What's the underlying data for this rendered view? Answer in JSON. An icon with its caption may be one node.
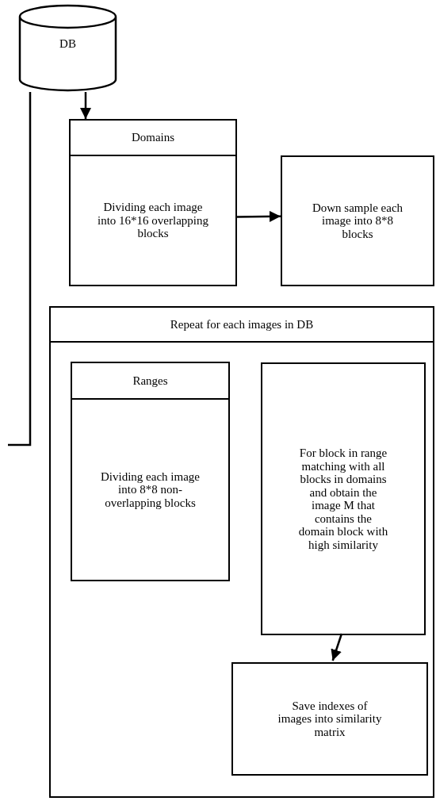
{
  "diagram": {
    "nodes": [
      {
        "text": [
          "DB"
        ]
      },
      {
        "text": [
          "Domains",
          "Dividing each image into 16*16 overlapping blocks"
        ]
      },
      {
        "text": [
          "Down sample each image into 8*8 blocks"
        ]
      },
      {
        "text": [
          "Repeat for each images in DB"
        ]
      },
      {
        "text": [
          "Ranges",
          "Dividing each image into 8*8 non-overlapping blocks"
        ],
        "in": 3
      },
      {
        "text": [
          "For block in range matching with all blocks in domains and obtain the image M that contains the domain block with high similarity"
        ],
        "in": 3
      },
      {
        "text": [
          "Save indexes of images into similarity matrix"
        ],
        "in": 3
      }
    ],
    "edges": [
      {
        "from": 0,
        "to": 1,
        "arrow": "to"
      },
      {
        "from": 1,
        "to": 2,
        "arrow": "to"
      },
      {
        "from": 5,
        "to": 6,
        "arrow": "to"
      },
      {
        "from": 0,
        "to": null,
        "arrow": "none"
      }
    ]
  }
}
